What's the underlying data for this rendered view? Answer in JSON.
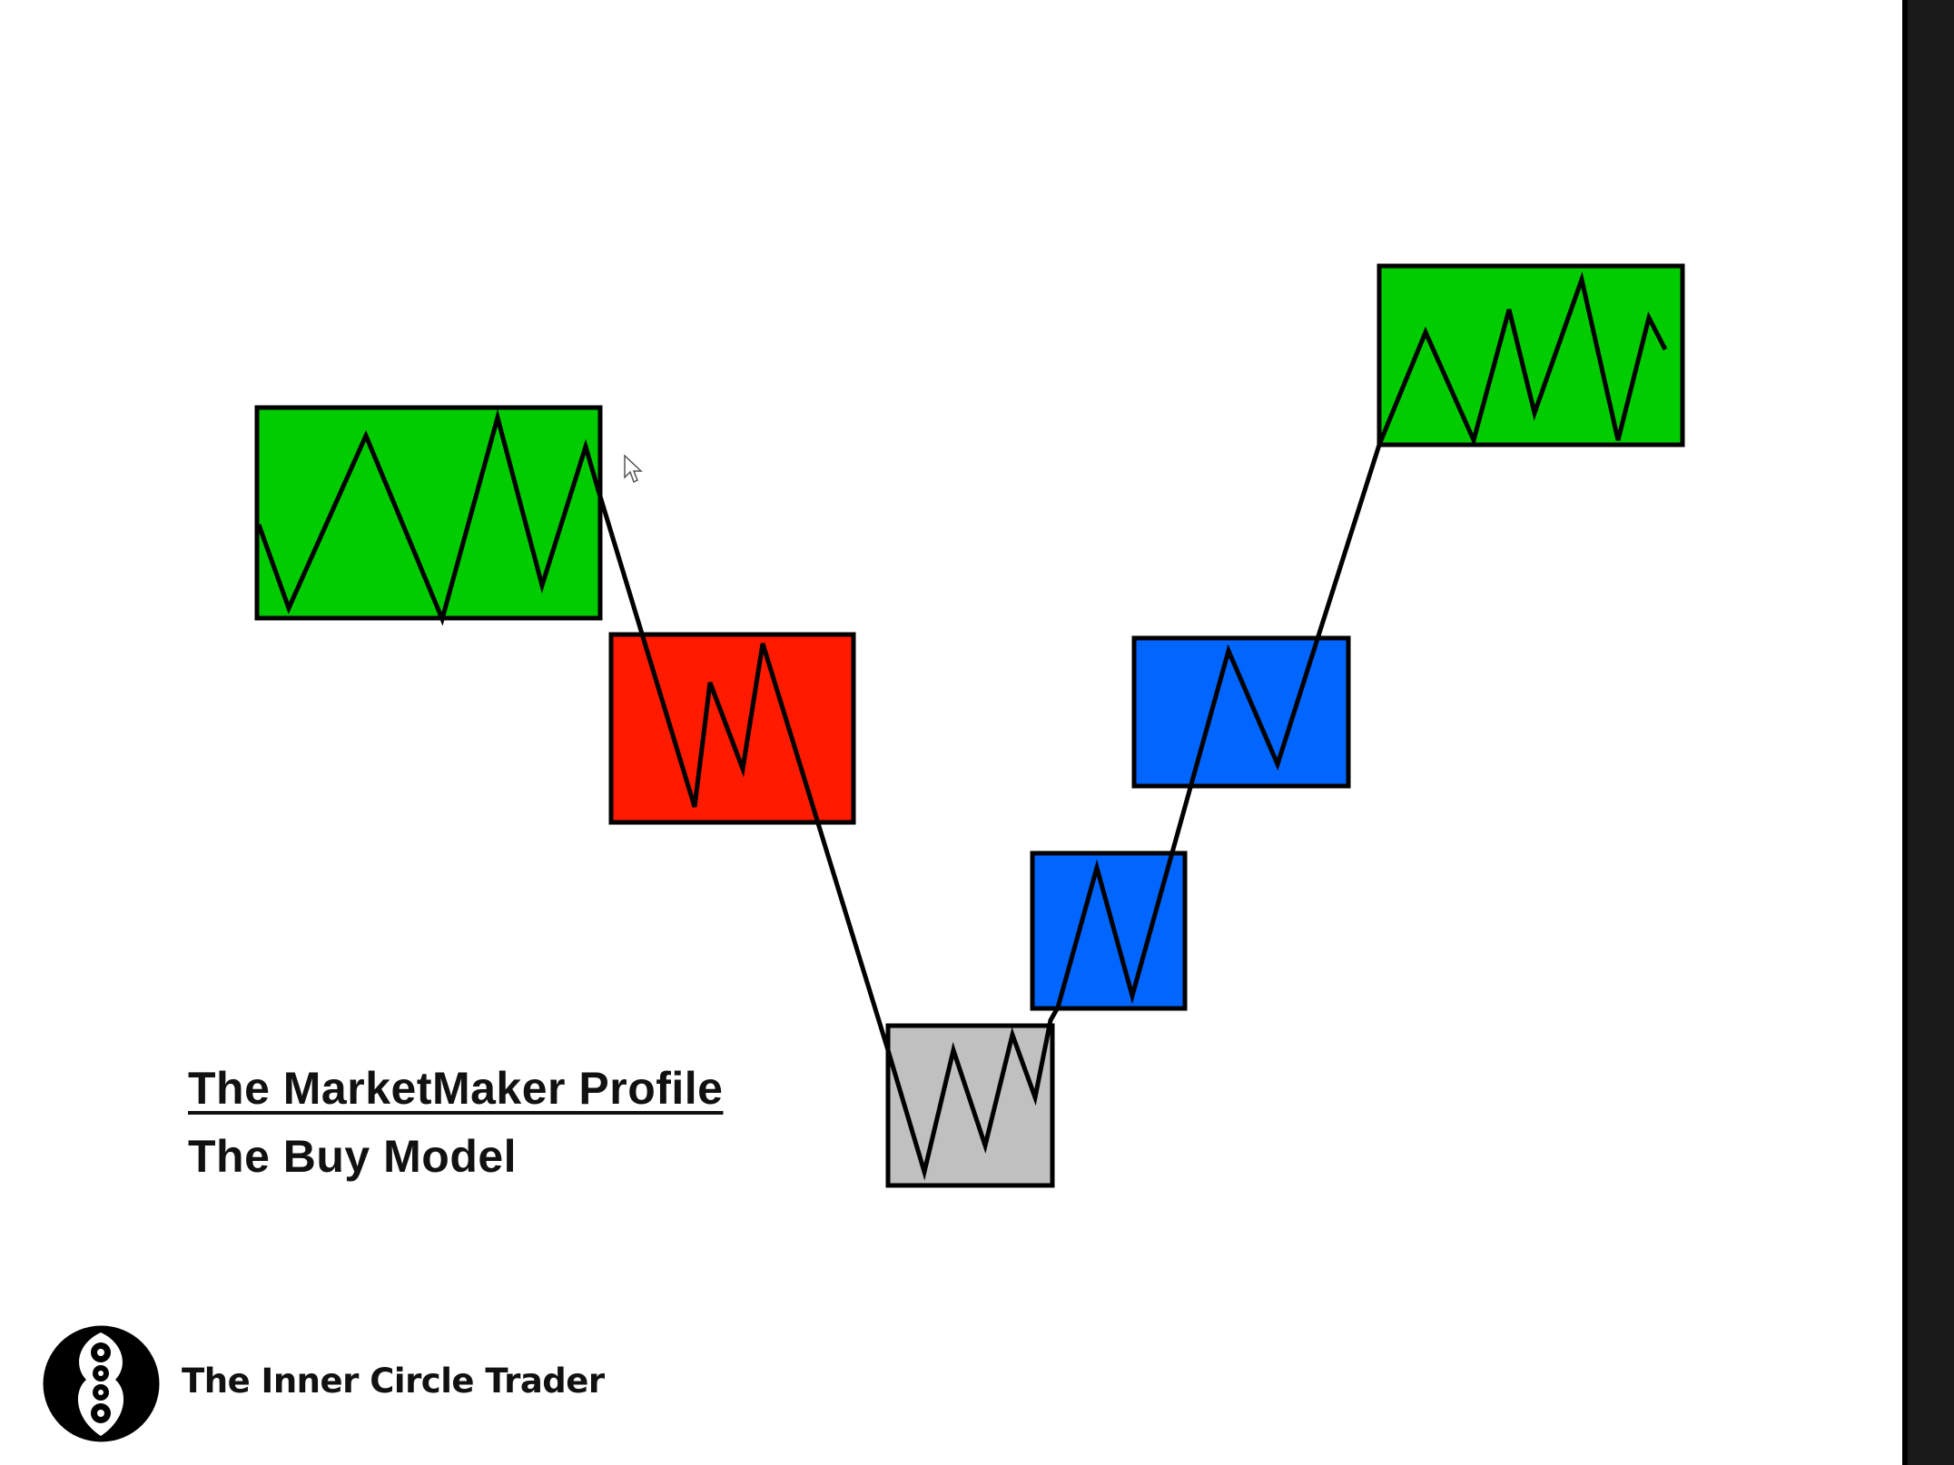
{
  "title": {
    "line1": "The MarketMaker Profile",
    "line2": "The Buy Model"
  },
  "brand": {
    "name": "The Inner Circle Trader",
    "logo_icon": "inner-circle-logo-icon"
  },
  "diagram": {
    "stages": [
      {
        "name": "initial-consolidation",
        "color": "#00cc00"
      },
      {
        "name": "sell-side-distribution",
        "color": "#ff1a00"
      },
      {
        "name": "low-accumulation",
        "color": "#c0c0c0"
      },
      {
        "name": "reaccumulation-lower",
        "color": "#0066ff"
      },
      {
        "name": "reaccumulation-upper",
        "color": "#0066ff"
      },
      {
        "name": "terminal-consolidation",
        "color": "#00cc00"
      }
    ],
    "outline_color": "#000000",
    "price_line_color": "#000000"
  },
  "icons": {
    "cursor": "mouse-pointer-icon"
  }
}
